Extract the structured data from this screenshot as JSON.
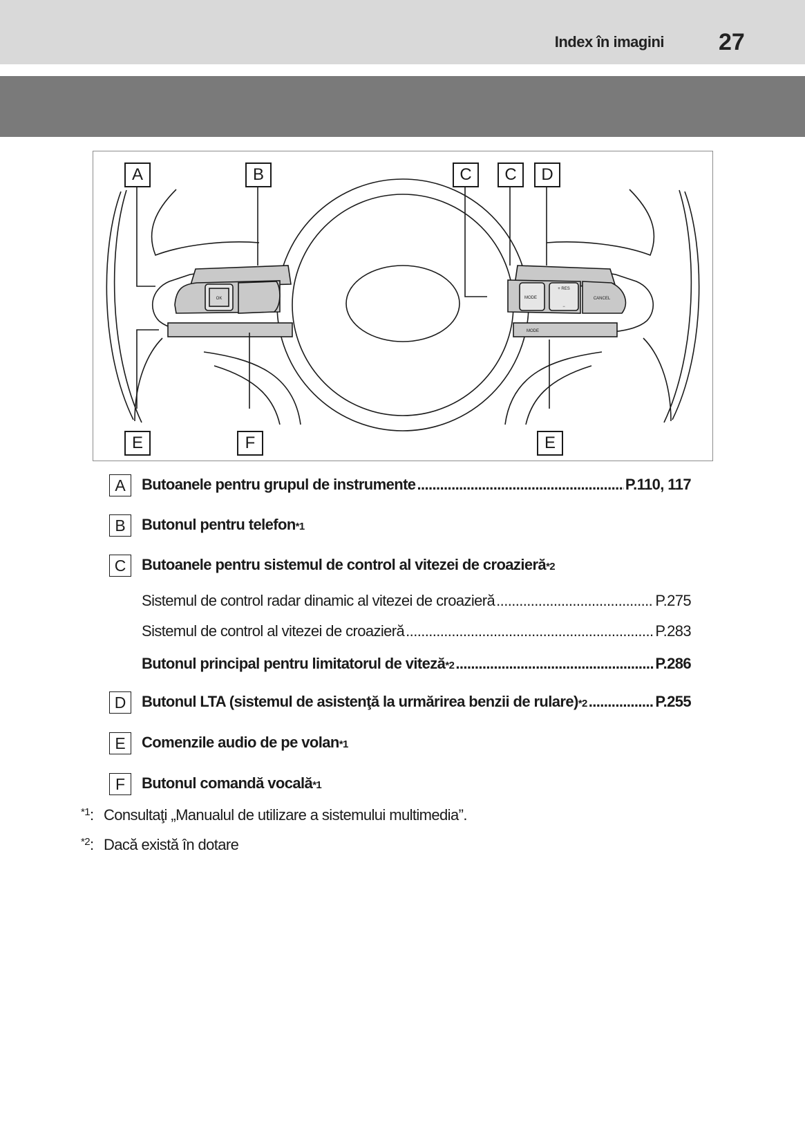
{
  "header": {
    "section_title": "Index în imagini",
    "page_number": "27"
  },
  "figure": {
    "callouts_top": [
      "A",
      "B",
      "C",
      "C",
      "D"
    ],
    "callouts_bottom": [
      "E",
      "F",
      "E"
    ],
    "button_labels": {
      "ok": "OK",
      "mode_left": "MODE",
      "res": "+ RES",
      "minus": "−",
      "cancel": "CANCEL",
      "mode_audio": "MODE"
    }
  },
  "legend": [
    {
      "key": "A",
      "text": "Butoanele pentru grupul de instrumente",
      "sup": "",
      "page": "P.110, 117"
    },
    {
      "key": "B",
      "text": "Butonul pentru telefon",
      "sup": "*1",
      "page": ""
    },
    {
      "key": "C",
      "text": "Butoanele pentru sistemul de control al vitezei de croazieră",
      "sup": "*2",
      "page": ""
    },
    {
      "key": "D",
      "text": "Butonul LTA (sistemul de asistenţă la urmărirea benzii de rulare)",
      "sup": "*2",
      "page": "P.255"
    },
    {
      "key": "E",
      "text": "Comenzile audio de pe volan",
      "sup": "*1",
      "page": ""
    },
    {
      "key": "F",
      "text": "Butonul comandă vocală",
      "sup": "*1",
      "page": ""
    }
  ],
  "sub_items": [
    {
      "text": "Sistemul de control radar dinamic al vitezei de croazieră",
      "sup": "",
      "page": "P.275"
    },
    {
      "text": "Sistemul de control al vitezei de croazieră",
      "sup": "",
      "page": "P.283"
    },
    {
      "text": "Butonul principal pentru limitatorul de viteză",
      "sup": "*2",
      "page": "P.286"
    }
  ],
  "footnotes": [
    {
      "mark": "*1",
      "suffix": ":",
      "text": "Consultaţi „Manualul de utilizare a sistemului multimedia”."
    },
    {
      "mark": "*2",
      "suffix": ":",
      "text": "Dacă există în dotare"
    }
  ]
}
